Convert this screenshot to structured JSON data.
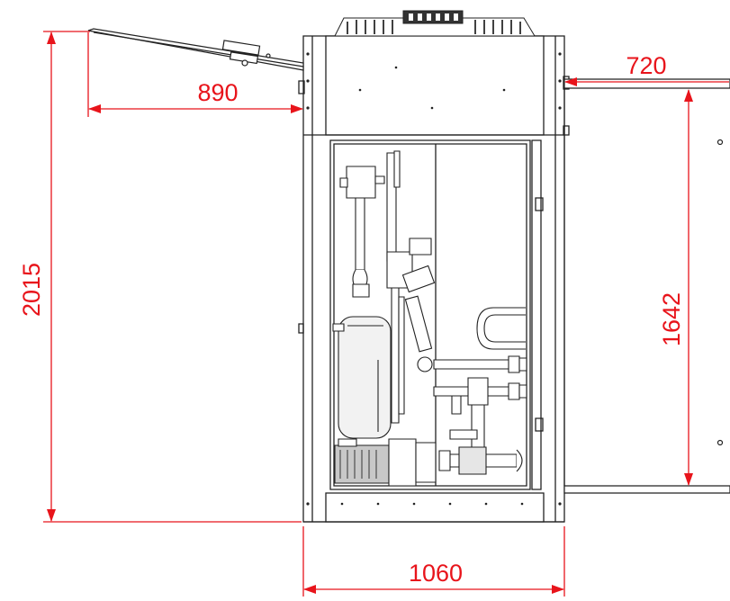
{
  "dimensions": {
    "total_height": "2015",
    "open_door_reach": "890",
    "side_clearance": "720",
    "door_height": "1642",
    "total_width": "1060"
  },
  "colors": {
    "dimension_red": "#e8141b",
    "line_black": "#222222",
    "fill_light": "#f2f2f2",
    "fill_gray": "#c8c8c8"
  },
  "icons": {
    "fan": "fan-icon",
    "compressor": "compressor-icon",
    "pump": "pump-icon",
    "valve": "valve-icon"
  }
}
